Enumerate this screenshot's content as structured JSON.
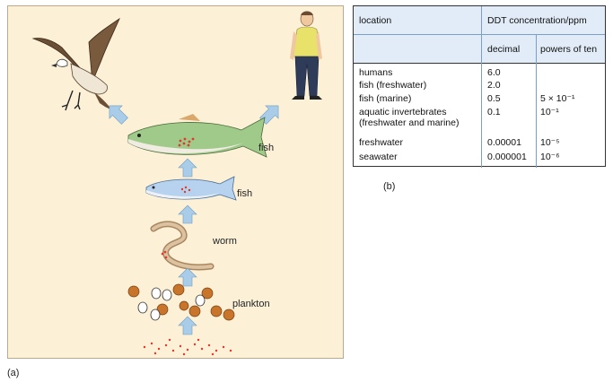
{
  "panel_a": {
    "labels": {
      "fish_large": "fish",
      "fish_small": "fish",
      "worm": "worm",
      "plankton": "plankton"
    },
    "caption": "(a)",
    "icons": [
      "eagle-icon",
      "human-icon",
      "fish-icon",
      "worm-icon",
      "plankton-icon",
      "arrow-up-icon"
    ],
    "colors": {
      "background": "#fcf0d7",
      "arrow": "#a9cde9",
      "ddt_dots": "#e03a2e"
    }
  },
  "panel_b": {
    "caption": "(b)",
    "headers": {
      "location": "location",
      "concentration": "DDT concentration/ppm",
      "decimal": "decimal",
      "powers": "powers of ten"
    },
    "rows": [
      {
        "location": "humans",
        "location2": "",
        "decimal": "6.0",
        "power": ""
      },
      {
        "location": "fish (freshwater)",
        "location2": "",
        "decimal": "2.0",
        "power": ""
      },
      {
        "location": "fish (marine)",
        "location2": "",
        "decimal": "0.5",
        "power": "5 × 10⁻¹"
      },
      {
        "location": "aquatic invertebrates",
        "location2": "(freshwater and marine)",
        "decimal": "0.1",
        "power": "10⁻¹"
      },
      {
        "location": "freshwater",
        "location2": "",
        "decimal": "0.00001",
        "power": "10⁻⁵"
      },
      {
        "location": "seawater",
        "location2": "",
        "decimal": "0.000001",
        "power": "10⁻⁶"
      }
    ],
    "colors": {
      "header_bg": "#e2ecf8",
      "rule": "#7aa0c8"
    }
  }
}
